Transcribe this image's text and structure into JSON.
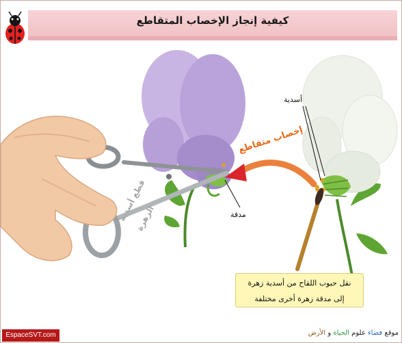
{
  "header": {
    "title": "كيفية إنجاز الإخصاب المتقاطع"
  },
  "labels": {
    "stamens": "أسدية",
    "cross_fertilization": "إخصاب متقاطع",
    "pistil": "مدقة",
    "cut_stamens_line1": "قطع أسدية",
    "cut_stamens_line2": "الزهرة"
  },
  "note": {
    "line1": "نقل حبوب اللقاح من أسدية زهرة",
    "line2": "إلى مدقة زهرة أخرى مختلفة"
  },
  "footer": {
    "brand": "EspaceSVT.com",
    "site_w1": "موقع",
    "site_w2": "فضاء",
    "site_w3": "علوم",
    "site_w4": "الحياة",
    "site_w5": "و",
    "site_w6": "الأرض"
  },
  "colors": {
    "banner": "#f3c8cc",
    "arrow": "#e86a1a",
    "note_bg": "#fff7b8",
    "brand_bg": "#b5191a"
  },
  "icons": [
    "ladybug-logo-icon",
    "scissors-icon",
    "hand-icon",
    "brush-icon"
  ]
}
